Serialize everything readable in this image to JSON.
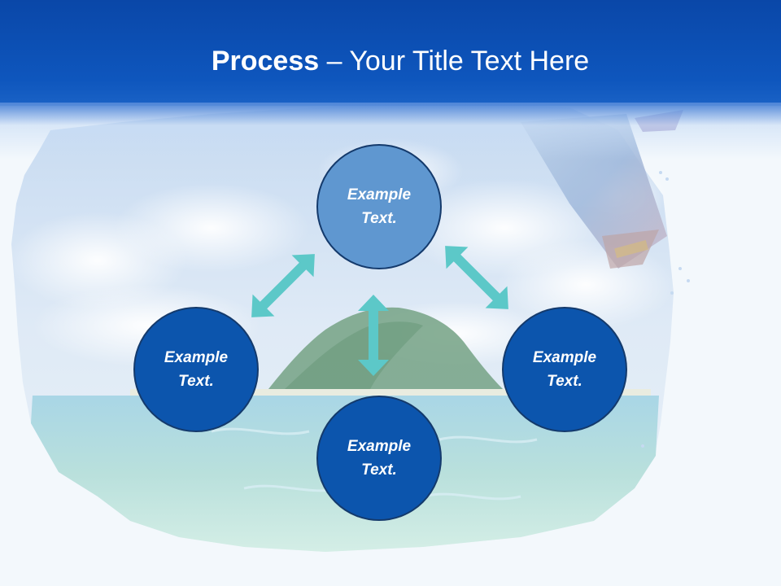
{
  "slide": {
    "title_bold": "Process",
    "title_rest": " – Your Title Text Here"
  },
  "nodes": {
    "top": {
      "line1": "Example",
      "line2": "Text."
    },
    "left": {
      "line1": "Example",
      "line2": "Text."
    },
    "right": {
      "line1": "Example",
      "line2": "Text."
    },
    "bottom": {
      "line1": "Example",
      "line2": "Text."
    }
  },
  "colors": {
    "header": "#0e56bd",
    "top_node": "#5f97d0",
    "other_nodes": "#0c55ad",
    "arrows": "#5cc8c8"
  },
  "icons": [
    "double-arrow-icon"
  ]
}
